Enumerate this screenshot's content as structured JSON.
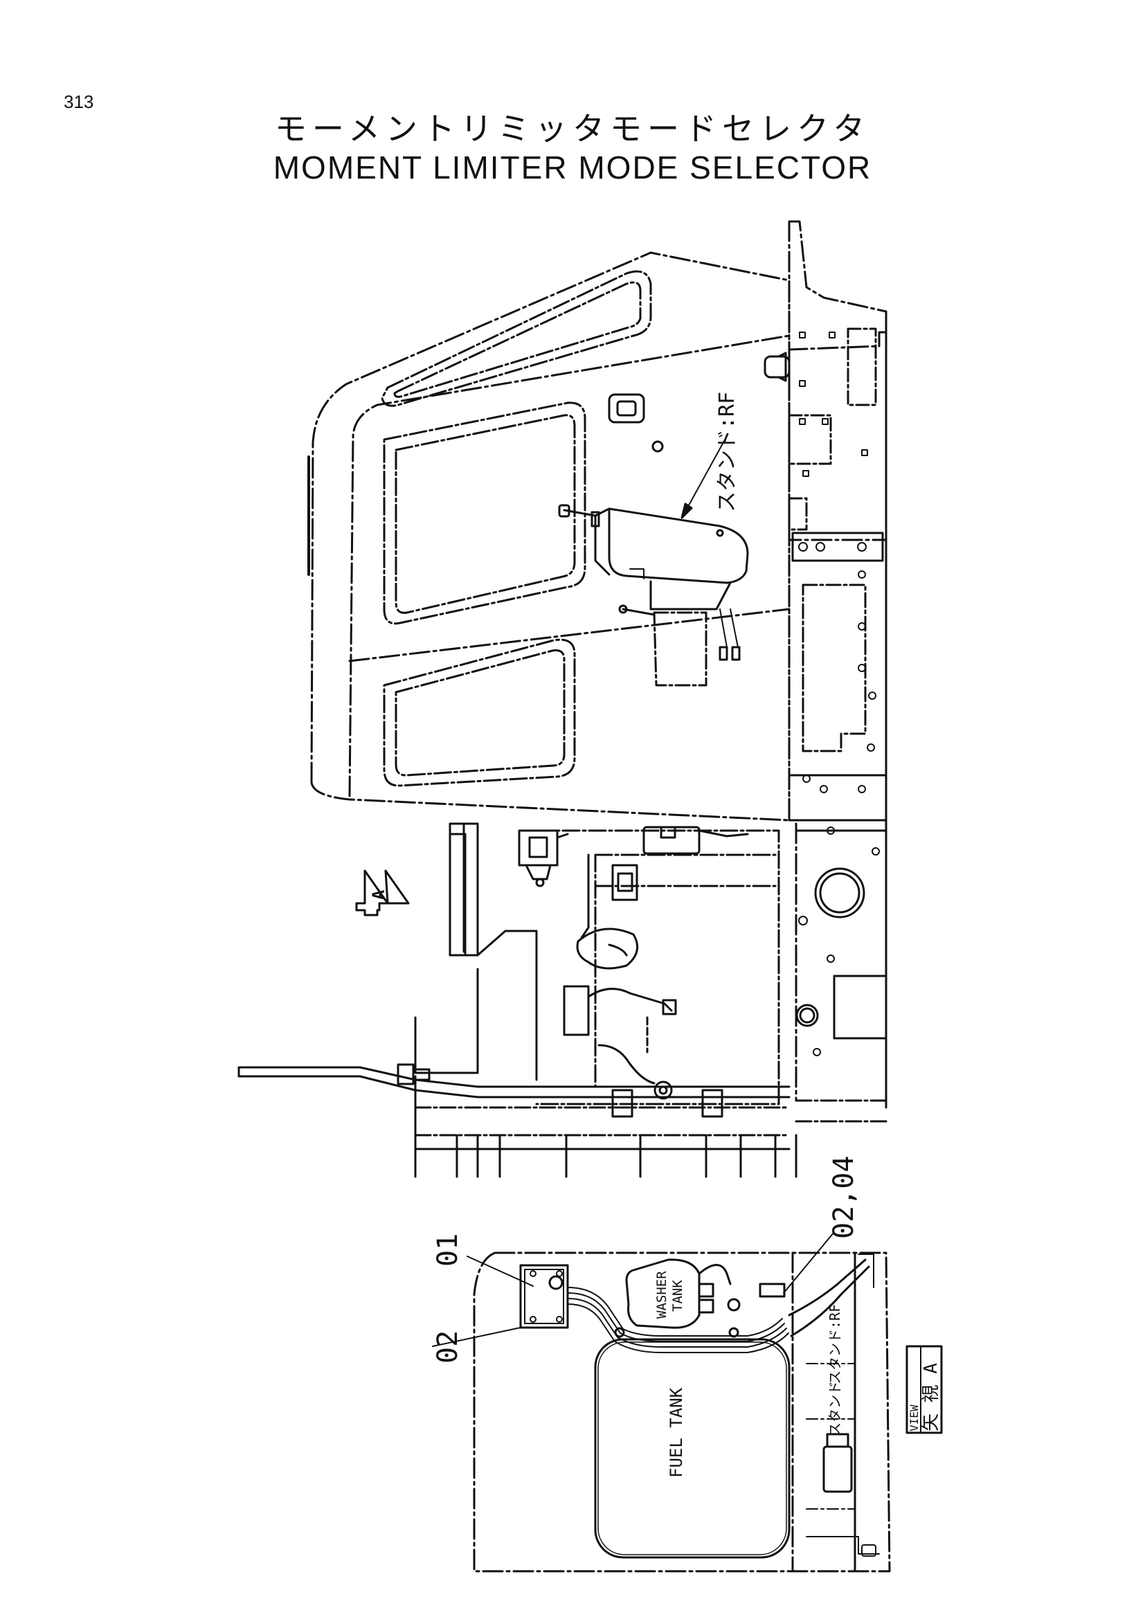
{
  "page": {
    "number": "313"
  },
  "title": {
    "japanese": "モーメントリミッタモードセレクタ",
    "english": "MOMENT LIMITER MODE SELECTOR"
  },
  "main_view": {
    "callout_label": "スタンド:RF",
    "view_marker": "A",
    "part_note": "02,04"
  },
  "view_a": {
    "item_01": "01",
    "item_02": "02",
    "washer_tank_label": [
      "WASHER",
      "TANK"
    ],
    "fuel_tank_label": "FUEL TANK",
    "stand_label_upper": "スタンド:RF",
    "stand_label_lower": "スタンド",
    "view_caption_jp": "矢 視 A",
    "view_caption_en": "VIEW"
  }
}
